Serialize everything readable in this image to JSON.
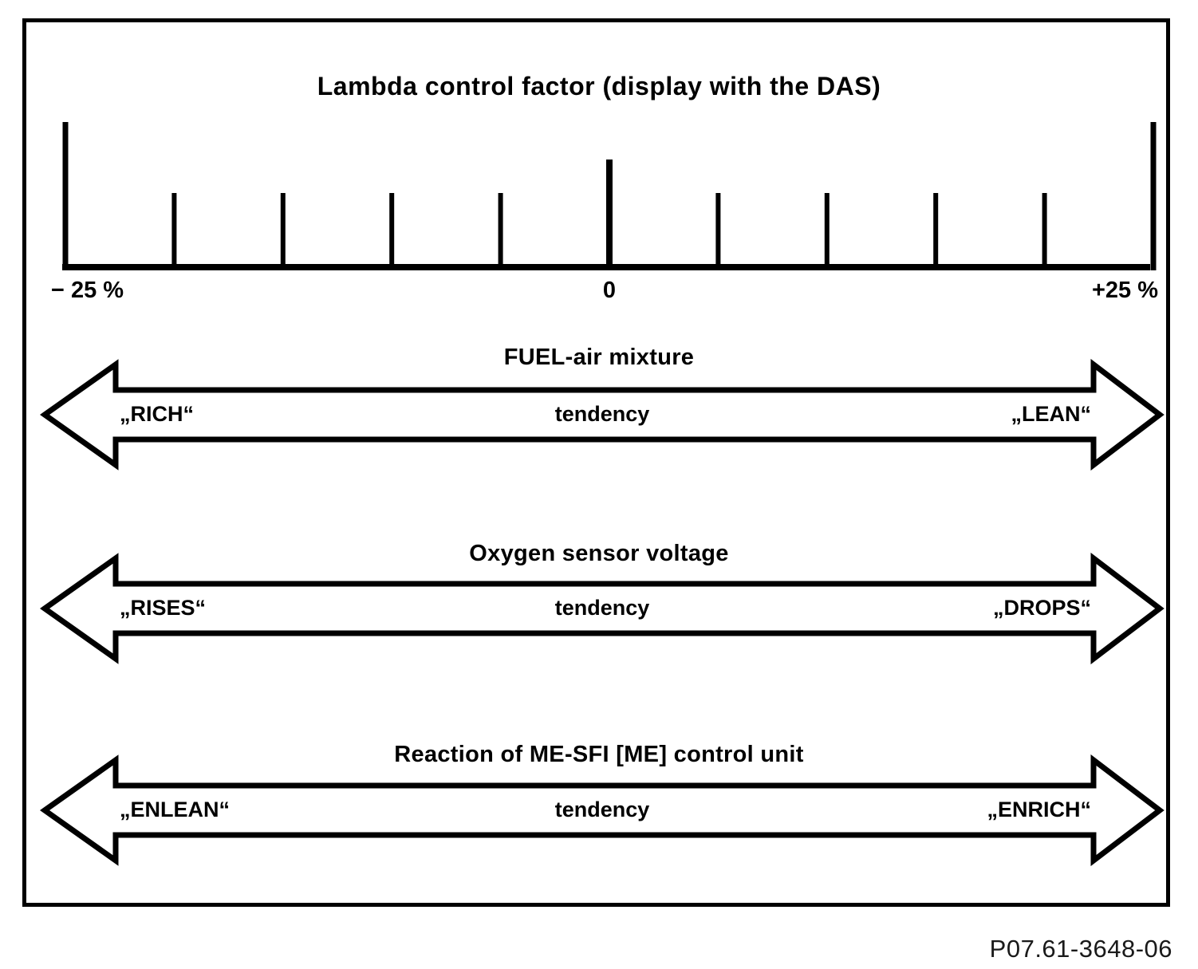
{
  "page": {
    "background_color": "#ffffff",
    "ink_color": "#000000"
  },
  "figure": {
    "title": "Lambda control factor (display with the DAS)",
    "reference_number": "P07.61-3648-06"
  },
  "scale": {
    "min_label": "− 25 %",
    "zero_label": "0",
    "max_label": "+25 %",
    "ticks": [
      "end",
      "minor",
      "minor",
      "minor",
      "minor",
      "zero",
      "minor",
      "minor",
      "minor",
      "minor",
      "end"
    ]
  },
  "arrows": [
    {
      "title": "FUEL-air mixture",
      "left_label": "„RICH“",
      "center_label": "tendency",
      "right_label": "„LEAN“"
    },
    {
      "title": "Oxygen sensor voltage",
      "left_label": "„RISES“",
      "center_label": "tendency",
      "right_label": "„DROPS“"
    },
    {
      "title": "Reaction of ME-SFI [ME] control unit",
      "left_label": "„ENLEAN“",
      "center_label": "tendency",
      "right_label": "„ENRICH“"
    }
  ]
}
